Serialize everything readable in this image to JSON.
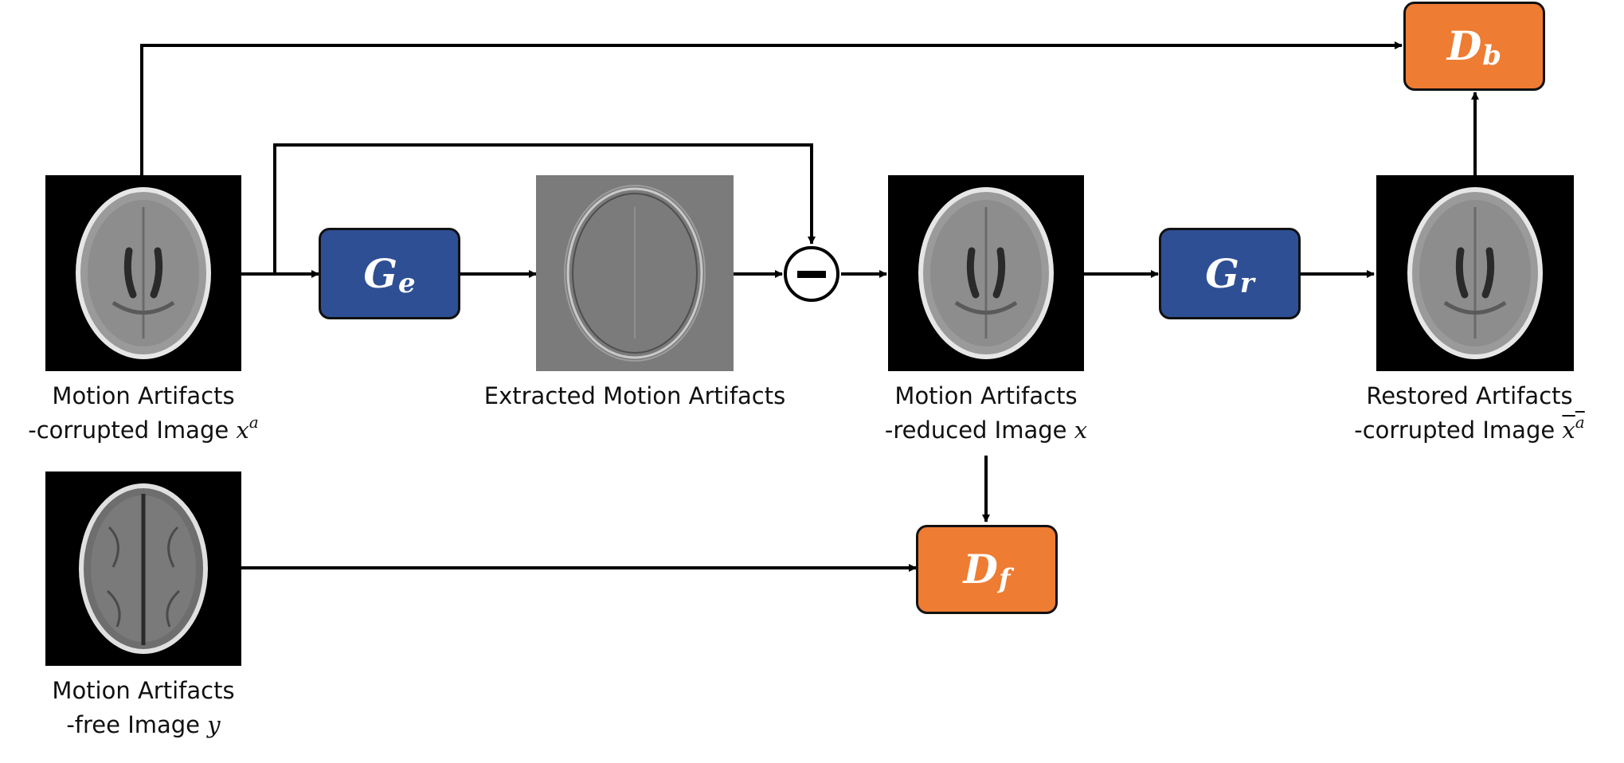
{
  "nodes": {
    "input_image": {
      "caption_line1": "Motion Artifacts",
      "caption_line2": "-corrupted Image ",
      "symbol": "x",
      "superscript": "a"
    },
    "extracted": {
      "caption": "Extracted Motion Artifacts"
    },
    "reduced_image": {
      "caption_line1": "Motion Artifacts",
      "caption_line2": "-reduced Image ",
      "symbol": "x"
    },
    "restored_image": {
      "caption_line1": "Restored Artifacts",
      "caption_line2": "-corrupted Image ",
      "symbol": "x",
      "superscript": "a"
    },
    "free_image": {
      "caption_line1": "Motion Artifacts",
      "caption_line2": "-free Image ",
      "symbol": "y"
    }
  },
  "blocks": {
    "ge": {
      "main": "G",
      "sub": "e"
    },
    "gr": {
      "main": "G",
      "sub": "r"
    },
    "db": {
      "main": "D",
      "sub": "b"
    },
    "df": {
      "main": "D",
      "sub": "f"
    }
  },
  "colors": {
    "generator": "#2e4f94",
    "discriminator": "#ee7c32",
    "arrow": "#000000"
  }
}
